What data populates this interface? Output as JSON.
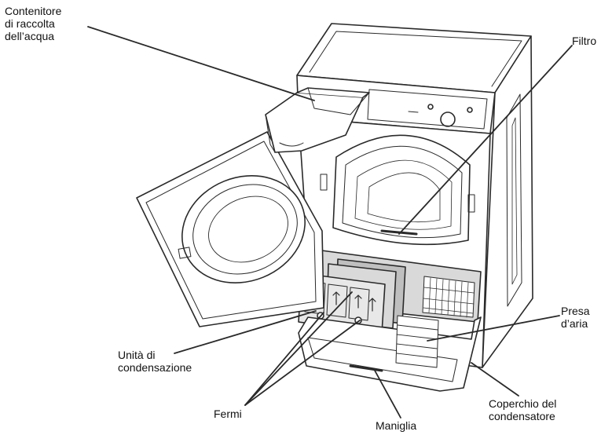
{
  "diagram": {
    "callouts": {
      "water_container": "Contenitore\ndi raccolta\ndell’acqua",
      "filter": "Filtro",
      "air_intake": "Presa\nd’aria",
      "condenser_unit": "Unità di\ncondensazione",
      "latches": "Fermi",
      "handle": "Maniglia",
      "condenser_cover": "Coperchio del\ncondensatore"
    }
  },
  "colors": {
    "line": "#2a2a2a",
    "shade": "#d9d9d9",
    "shade_dark": "#bfbfbf",
    "background": "#ffffff"
  }
}
